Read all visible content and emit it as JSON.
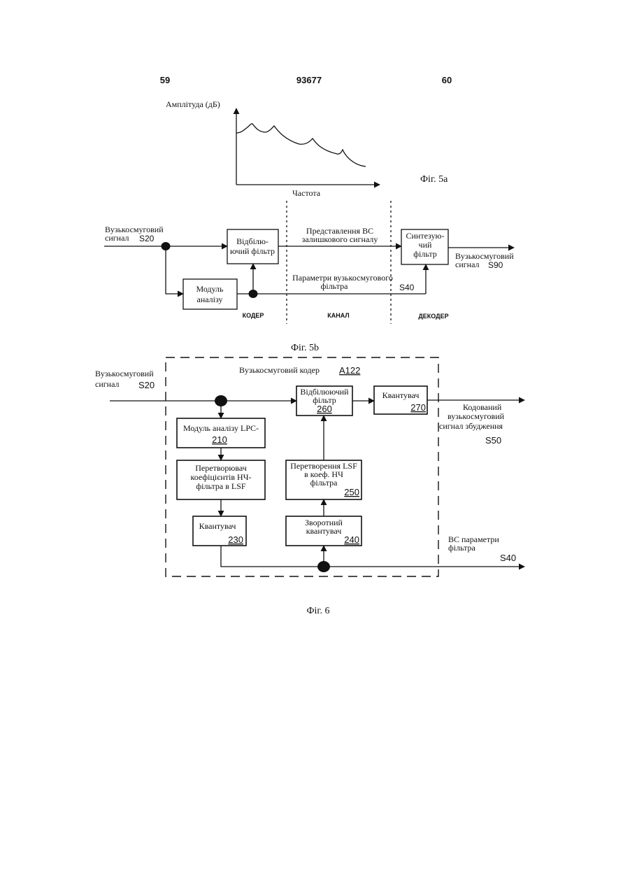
{
  "header": {
    "page_left": "59",
    "patent_number": "93677",
    "page_right": "60"
  },
  "fig5a": {
    "ylabel": "Амплітуда (дБ)",
    "xlabel": "Частота",
    "caption": "Фіг. 5a"
  },
  "fig5b": {
    "input_label_1": "Вузькосмуговий",
    "input_label_2": "сигнал",
    "input_code": "S20",
    "whiten_1": "Відбілю-",
    "whiten_2": "ючий фільтр",
    "residual_1": "Представлення ВС",
    "residual_2": "залишкового сигналу",
    "synth_1": "Синтезую-",
    "synth_2": "чий",
    "synth_3": "фільтр",
    "output_label_1": "Вузькосмуговий",
    "output_label_2": "сигнал",
    "output_code": "S90",
    "analysis_1": "Модуль",
    "analysis_2": "аналізу",
    "params_1": "Параметри вузькосмугового",
    "params_2": "фільтра",
    "params_code": "S40",
    "coder": "КОДЕР",
    "channel": "КАНАЛ",
    "decoder": "ДЕКОДЕР",
    "caption": "Фіг. 5b"
  },
  "fig6": {
    "input_label_1": "Вузькосмуговий",
    "input_label_2": "сигнал",
    "input_code": "S20",
    "encoder_title": "Вузькосмуговий кодер",
    "encoder_code": "A122",
    "lpc_label": "Модуль аналізу LPC-",
    "lpc_num": "210",
    "conv_1": "Перетворювач",
    "conv_2": "коефіцієнтів НЧ-",
    "conv_3": "фільтра в LSF",
    "quant_label": "Квантувач",
    "quant_num": "230",
    "invq_1": "Зворотний",
    "invq_2": "квантувач",
    "invq_num": "240",
    "lsfconv_1": "Перетворення LSF",
    "lsfconv_2": "в коеф. НЧ",
    "lsfconv_3": "фільтра",
    "lsfconv_num": "250",
    "whiten_1": "Відбілюючий",
    "whiten_2": "фільтр",
    "whiten_num": "260",
    "quant2_label": "Квантувач",
    "quant2_num": "270",
    "out_1": "Кодований",
    "out_2": "вузькосмуговий",
    "out_3": "сигнал збудження",
    "out_code": "S50",
    "params_1": "ВС параметри",
    "params_2": "фільтра",
    "params_code": "S40",
    "caption": "Фіг. 6"
  }
}
